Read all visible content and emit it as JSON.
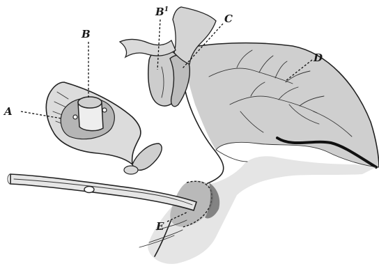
{
  "labels": {
    "A": "A",
    "B": "B",
    "B1_base": "B",
    "B1_sup": "1",
    "C": "C",
    "D": "D",
    "E": "E"
  }
}
